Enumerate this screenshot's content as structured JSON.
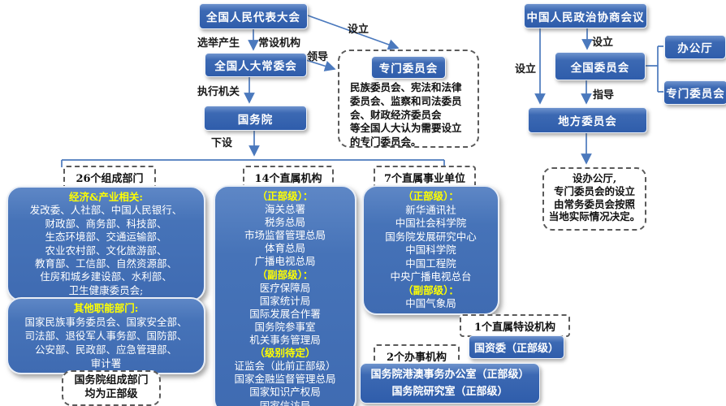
{
  "colors": {
    "node_blue": "#2f5dab",
    "panel_blue": "#4673b8",
    "highlight_yellow": "#ffff00",
    "line_blue": "#4b79bd",
    "text_white": "#ffffff"
  },
  "npc": {
    "npc": "全国人民代表大会",
    "elected_label": "选举产生",
    "standing_label": "常设机构",
    "establish_label": "设立",
    "standing_committee": "全国人大常委会",
    "lead_label": "领导",
    "executive_label": "执行机关",
    "state_council": "国务院",
    "sub_label": "下设",
    "special_committee": "专门委员会",
    "special_note": [
      "民族委员会、宪法和法律",
      "委员会、监察和司法委员",
      "会、财政经济委员会",
      "等全国人大认为需要设立",
      "的专门委员会。"
    ]
  },
  "cppcc": {
    "title": "中国人民政治协商会议",
    "establish_center": "设立",
    "establish_left": "设立",
    "national_committee": "全国委员会",
    "office": "办公厅",
    "special_committee": "专门委员会",
    "guide": "指导",
    "local_committee": "地方委员会",
    "local_note": [
      "设办公厅,",
      "专门委员会的设立",
      "由常务委员会按照",
      "当地实际情况决定。"
    ]
  },
  "orgs": {
    "departments": {
      "label": "26个组成部门",
      "economic_title": "经济&产业相关:",
      "economic_lines": [
        "发改委、人社部、中国人民银行、",
        "财政部、商务部、科技部、",
        "生态环境部、交通运输部、",
        "农业农村部、文化旅游部、",
        "教育部、工信部、自然资源部、",
        "住房和城乡建设部、水利部、",
        "卫生健康委员会;"
      ],
      "other_title": "其他职能部门:",
      "other_lines": [
        "国家民族事务委员会、国家安全部、",
        "司法部、退役军人事务部、国防部、",
        "公安部、民政部、应急管理部、",
        "审计署"
      ],
      "note": [
        "国务院组成部门",
        "均为正部级"
      ]
    },
    "direct_agencies": {
      "label": "14个直属机构",
      "lines": [
        "（正部级）：",
        "海关总署",
        "税务总局",
        "市场监督管理总局",
        "体育总局",
        "广播电视总局",
        "（副部级）：",
        "医疗保障局",
        "国家统计局",
        "国际发展合作署",
        "国务院参事室",
        "机关事务管理局",
        "（级别待定）",
        "证监会（此前正部级）",
        "国家金融监督管理总局",
        "国家知识产权局",
        "国家信访局"
      ]
    },
    "institutions": {
      "label": "7个直属事业单位",
      "lines": [
        "（正部级）：",
        "新华通讯社",
        "中国社会科学院",
        "国务院发展研究中心",
        "中国科学院",
        "中国工程院",
        "中央广播电视总台",
        "（副部级）：",
        "中国气象局"
      ]
    },
    "special_org": {
      "label": "1个直属特设机构",
      "box": "国资委（正部级）"
    },
    "offices": {
      "label": "2个办事机构",
      "lines": [
        "国务院港澳事务办公室（正部级）",
        "国务院研究室（正部级）"
      ]
    }
  }
}
